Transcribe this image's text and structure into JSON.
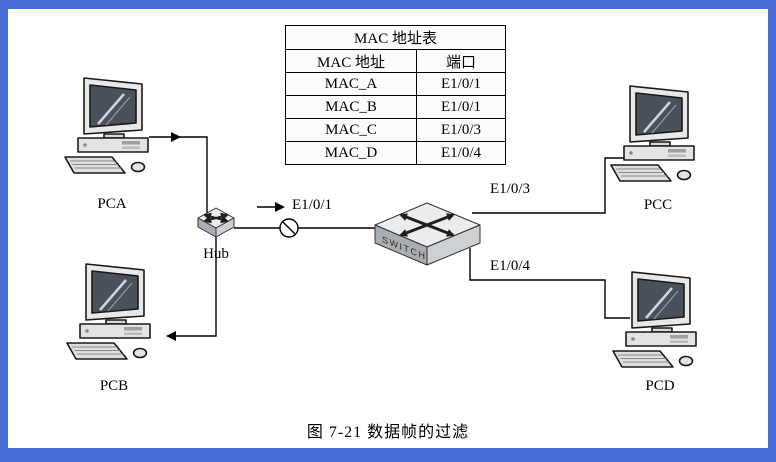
{
  "colors": {
    "frame": "#4a6fd8"
  },
  "table": {
    "title": "MAC 地址表",
    "headers": [
      "MAC 地址",
      "端口"
    ],
    "rows": [
      [
        "MAC_A",
        "E1/0/1"
      ],
      [
        "MAC_B",
        "E1/0/1"
      ],
      [
        "MAC_C",
        "E1/0/3"
      ],
      [
        "MAC_D",
        "E1/0/4"
      ]
    ]
  },
  "nodes": {
    "pca": "PCA",
    "pcb": "PCB",
    "pcc": "PCC",
    "pcd": "PCD",
    "hub": "Hub",
    "switch_label": "SWITCH"
  },
  "ports": {
    "hub_link": "E1/0/1",
    "pcc_link": "E1/0/3",
    "pcd_link": "E1/0/4"
  },
  "caption": "图 7-21  数据帧的过滤"
}
